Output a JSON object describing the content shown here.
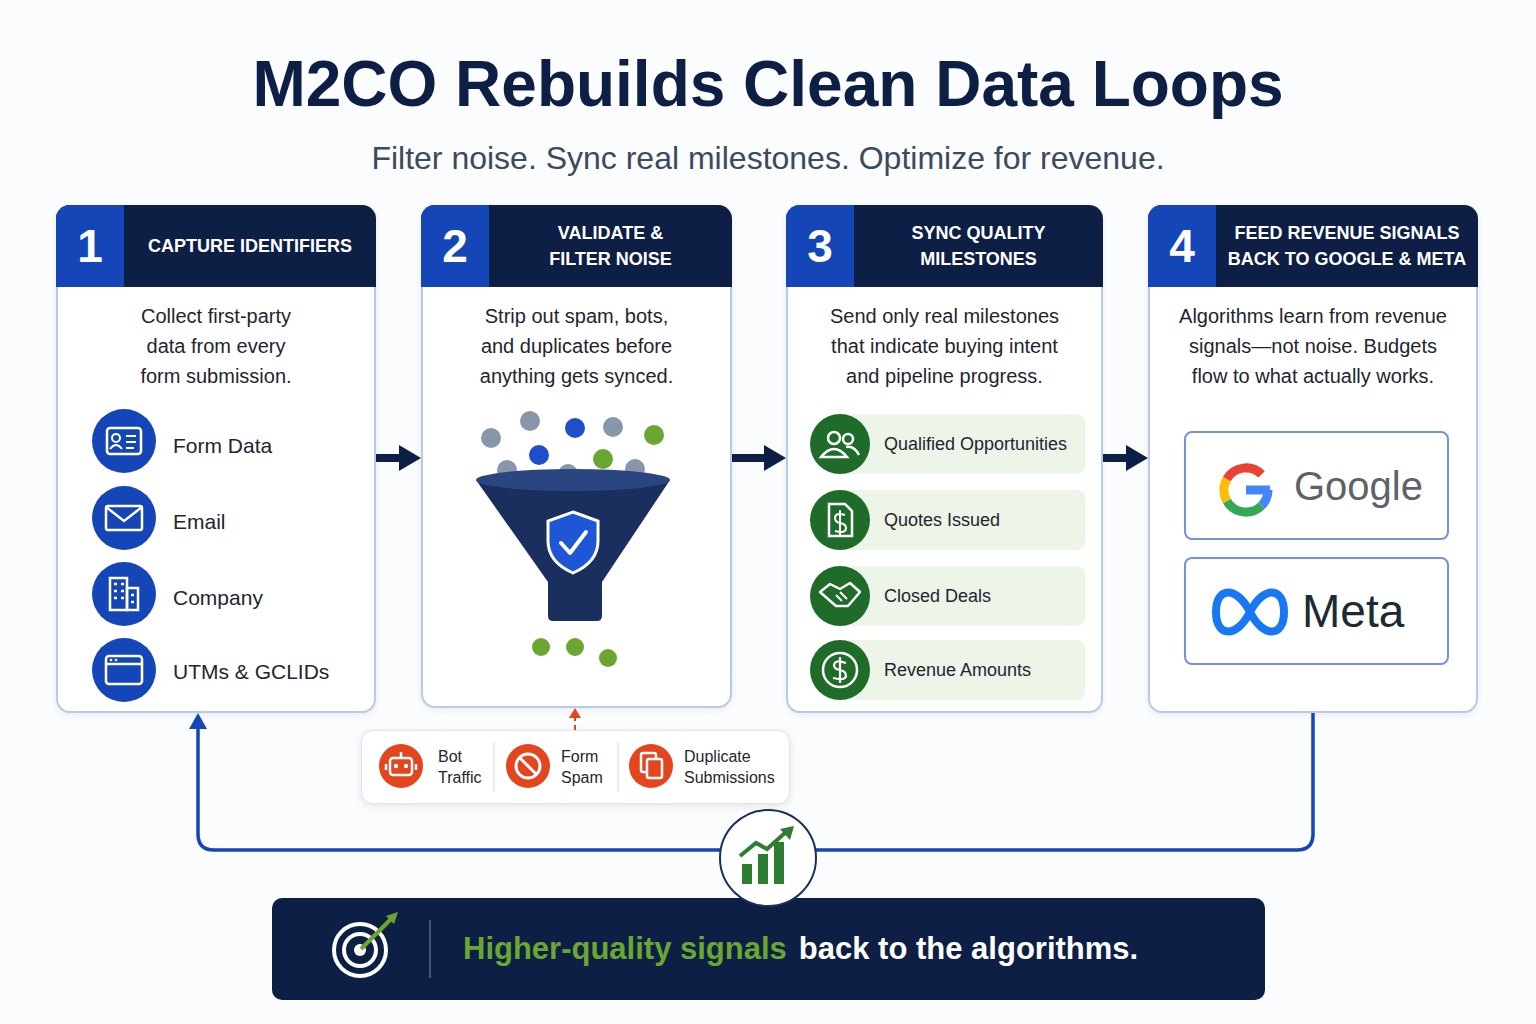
{
  "diagram": {
    "title": "M2CO Rebuilds Clean Data Loops",
    "nodes": [
      {
        "text": [
          "1",
          "CAPTURE IDENTIFIERS",
          "Collect first-party data from every form submission."
        ]
      },
      {
        "text": [
          "2",
          "VALIDATE & FILTER NOISE",
          "Strip out spam, bots, and duplicates before anything gets synced."
        ]
      },
      {
        "text": [
          "3",
          "SYNC QUALITY MILESTONES",
          "Send only real milestones that indicate buying intent and pipeline progress."
        ]
      },
      {
        "text": [
          "Qualified Opportunities"
        ],
        "in": 2
      },
      {
        "text": [
          "Quotes Issued"
        ],
        "in": 2
      },
      {
        "text": [
          "Closed Deals"
        ],
        "in": 2
      },
      {
        "text": [
          "Revenue Amounts"
        ],
        "in": 2
      },
      {
        "text": [
          "4",
          "FEED REVENUE SIGNALS BACK TO GOOGLE & META",
          "Algorithms learn from revenue signals—not noise. Budgets flow to what actually works."
        ]
      },
      {
        "text": [
          "Google"
        ],
        "in": 7
      },
      {
        "text": [
          "Meta"
        ],
        "in": 7
      },
      {
        "text": [
          "Bot Traffic",
          "Form Spam",
          "Duplicate Submissions"
        ]
      },
      {
        "text": [
          "Higher-quality signals",
          "back to the algorithms."
        ]
      }
    ],
    "edges": [
      {
        "from": 0,
        "to": 1,
        "arrow": "to"
      },
      {
        "from": 1,
        "to": 2,
        "arrow": "to"
      },
      {
        "from": 2,
        "to": 7,
        "arrow": "to"
      },
      {
        "from": 10,
        "to": 1,
        "arrow": "to"
      },
      {
        "from": 7,
        "to": 0,
        "arrow": "to"
      }
    ],
    "labels": [
      "Filter noise. Sync real milestones. Optimize for revenue.",
      "Form Data",
      "Email",
      "Company",
      "UTMs & GCLIDs"
    ]
  }
}
